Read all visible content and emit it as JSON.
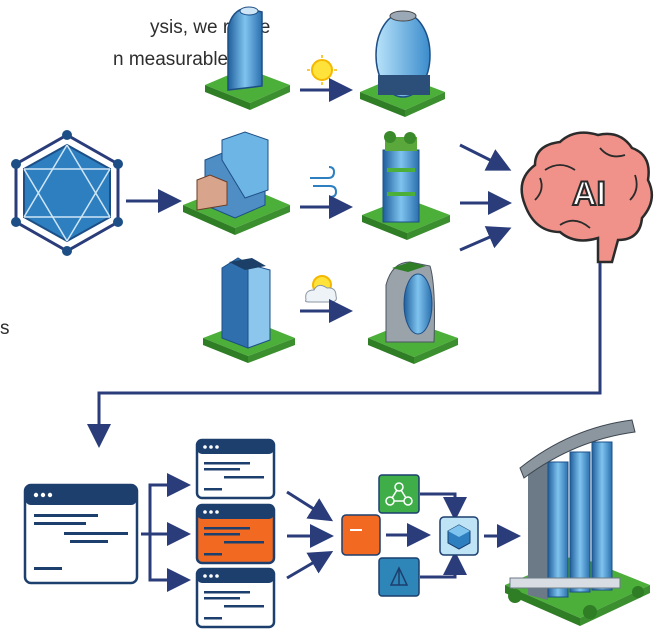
{
  "intro_text": {
    "line1": "ysis, we refine",
    "line2": "n measurable",
    "fragment": "s"
  },
  "ai_brain": {
    "label": "AI"
  },
  "colors": {
    "arrow": "#2a3d7a",
    "hex_blue": "#2d7fc0",
    "brain_pink": "#f0928a",
    "orange": "#f26a21",
    "window_header": "#1c3f6e",
    "green_tile": "#3fae49",
    "teal_tile": "#2e86b8",
    "grass": "#4caf3a"
  },
  "icons": {
    "top_row_weather": "sun-icon",
    "middle_row_weather": "wind-icon",
    "bottom_row_weather": "sun-cloud-icon",
    "source": "hexagon-network-icon",
    "model": "brain-icon"
  }
}
